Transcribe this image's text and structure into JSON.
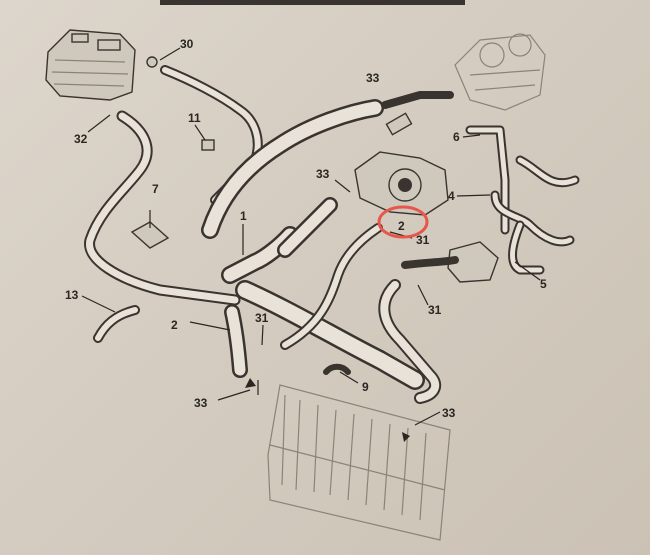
{
  "diagram": {
    "callouts": [
      {
        "id": "30",
        "text": "30"
      },
      {
        "id": "32",
        "text": "32"
      },
      {
        "id": "11",
        "text": "11"
      },
      {
        "id": "33a",
        "text": "33"
      },
      {
        "id": "33b",
        "text": "33"
      },
      {
        "id": "6",
        "text": "6"
      },
      {
        "id": "4",
        "text": "4"
      },
      {
        "id": "7",
        "text": "7"
      },
      {
        "id": "1",
        "text": "1"
      },
      {
        "id": "2a",
        "text": "2"
      },
      {
        "id": "31a",
        "text": "31"
      },
      {
        "id": "5",
        "text": "5"
      },
      {
        "id": "31b",
        "text": "31"
      },
      {
        "id": "13",
        "text": "13"
      },
      {
        "id": "2b",
        "text": "2"
      },
      {
        "id": "31c",
        "text": "31"
      },
      {
        "id": "9",
        "text": "9"
      },
      {
        "id": "33c",
        "text": "33"
      },
      {
        "id": "33d",
        "text": "33"
      }
    ],
    "highlight": {
      "target": "2a",
      "color": "#e8564a"
    },
    "colors": {
      "paper": "#d8d1c6",
      "ink": "#2a2622"
    }
  }
}
